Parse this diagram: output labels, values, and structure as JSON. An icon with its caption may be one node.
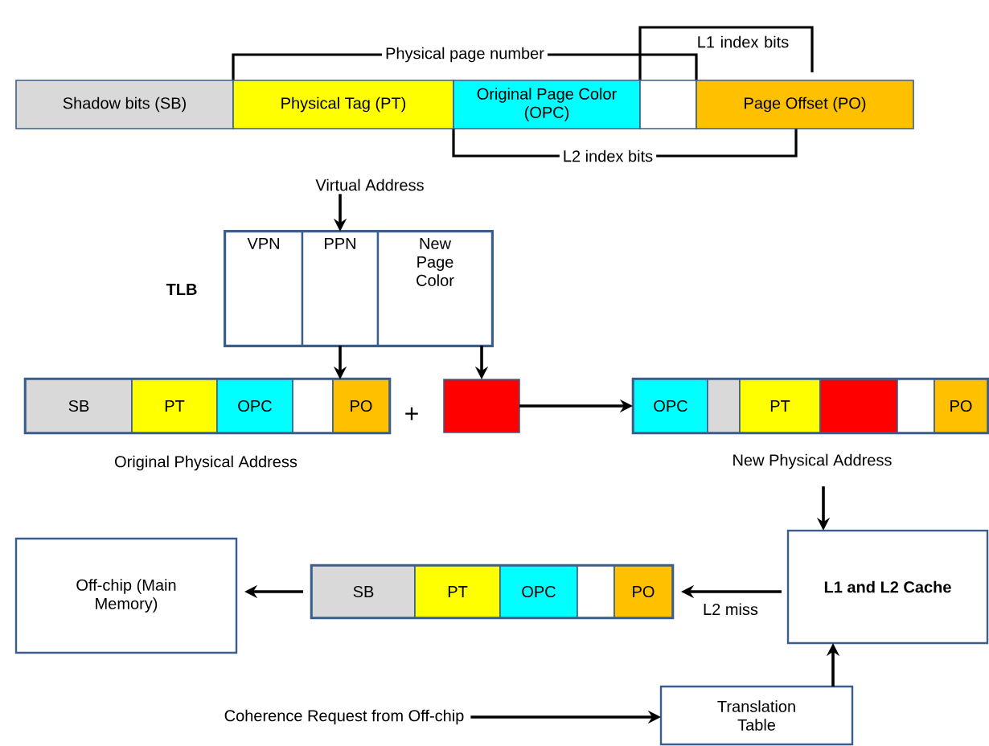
{
  "diagram": {
    "nodes": [
      {
        "text": [
          "Shadow bits (SB)"
        ]
      },
      {
        "text": [
          "Physical Tag (PT)"
        ]
      },
      {
        "text": [
          "Original Page Color (OPC)"
        ]
      },
      {
        "text": [],
        "shape": "box"
      },
      {
        "text": [
          "Page Offset (PO)"
        ]
      },
      {
        "text": [
          "Virtual Address"
        ]
      },
      {
        "text": [
          "TLB"
        ]
      },
      {
        "text": [
          "VPN"
        ],
        "in": 6
      },
      {
        "text": [
          "PPN"
        ],
        "in": 6
      },
      {
        "text": [
          "New Page Color"
        ],
        "in": 6
      },
      {
        "text": [
          "Original Physical Address"
        ]
      },
      {
        "text": [
          "SB"
        ],
        "in": 10
      },
      {
        "text": [
          "PT"
        ],
        "in": 10
      },
      {
        "text": [
          "OPC"
        ],
        "in": 10
      },
      {
        "text": [],
        "shape": "box",
        "in": 10
      },
      {
        "text": [
          "PO"
        ],
        "in": 10
      },
      {
        "text": [],
        "shape": "box"
      },
      {
        "text": [
          "New Physical Address"
        ]
      },
      {
        "text": [
          "OPC"
        ],
        "in": 17
      },
      {
        "text": [],
        "shape": "box",
        "in": 17
      },
      {
        "text": [
          "PT"
        ],
        "in": 17
      },
      {
        "text": [],
        "shape": "box",
        "in": 17
      },
      {
        "text": [],
        "shape": "box",
        "in": 17
      },
      {
        "text": [
          "PO"
        ],
        "in": 17
      },
      {
        "text": [
          "Off-chip (Main Memory)"
        ]
      },
      {
        "text": [],
        "shape": "bar"
      },
      {
        "text": [
          "SB"
        ],
        "in": 25
      },
      {
        "text": [
          "PT"
        ],
        "in": 25
      },
      {
        "text": [
          "OPC"
        ],
        "in": 25
      },
      {
        "text": [],
        "shape": "box",
        "in": 25
      },
      {
        "text": [
          "PO"
        ],
        "in": 25
      },
      {
        "text": [
          "L1 and L2 Cache"
        ]
      },
      {
        "text": [
          "Coherence Request from Off-chip"
        ]
      },
      {
        "text": [
          "Translation Table"
        ]
      }
    ],
    "edges": [
      {
        "from": 5,
        "to": 8,
        "arrow": "to"
      },
      {
        "from": 8,
        "to": 15,
        "arrow": "to"
      },
      {
        "from": 9,
        "to": 16,
        "arrow": "to"
      },
      {
        "from": 16,
        "to": 17,
        "arrow": "to"
      },
      {
        "from": 17,
        "to": 31,
        "arrow": "to"
      },
      {
        "from": 31,
        "to": 25,
        "arrow": "to",
        "label": "L2 miss"
      },
      {
        "from": 25,
        "to": 24,
        "arrow": "to"
      },
      {
        "from": 33,
        "to": 31,
        "arrow": "to"
      },
      {
        "from": 32,
        "to": 33,
        "arrow": "to"
      }
    ],
    "labels": [
      "Physical page number",
      "L1 index bits",
      "L2 index bits",
      "+"
    ]
  }
}
